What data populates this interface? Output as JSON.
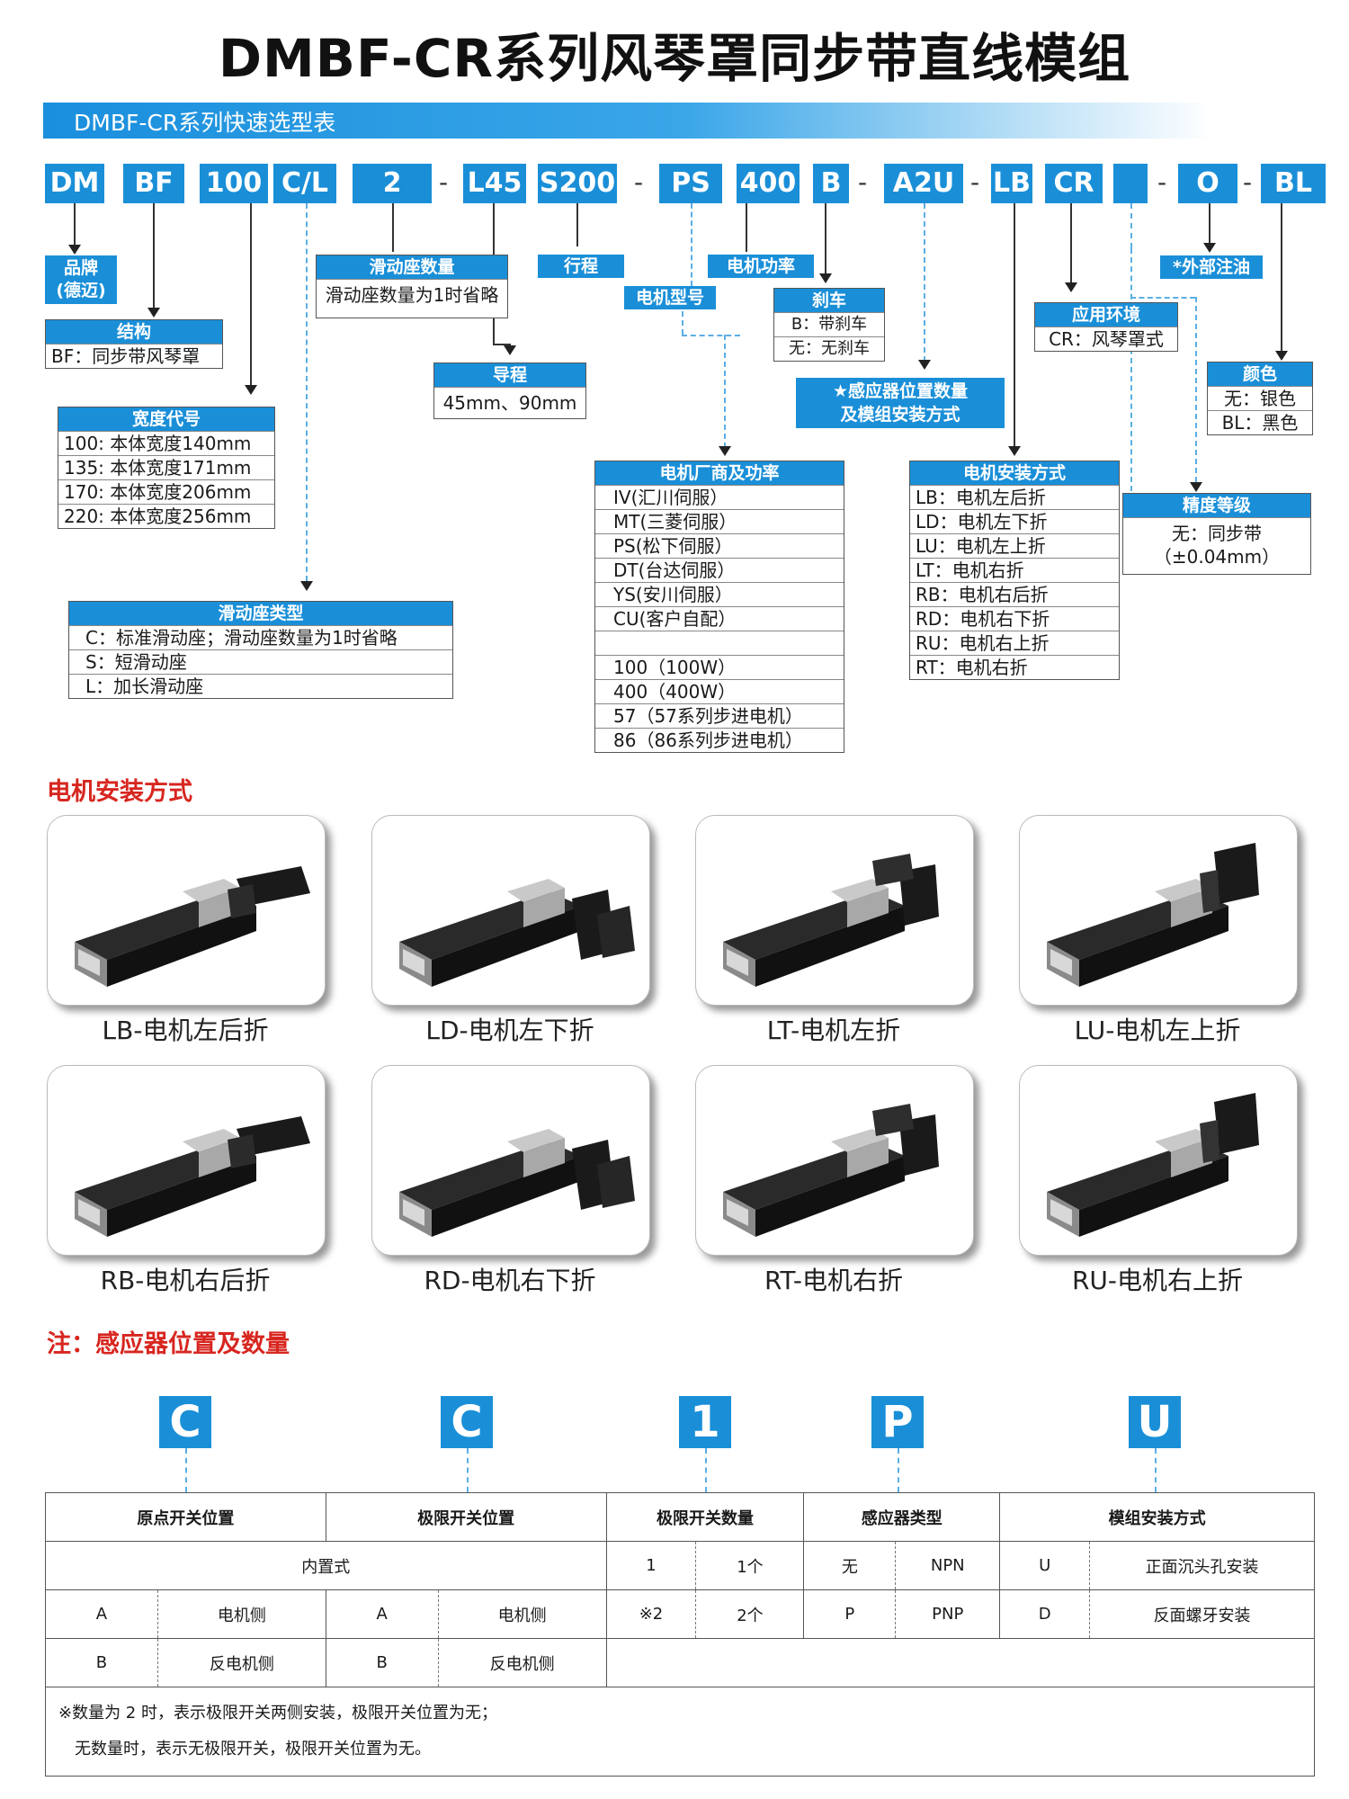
{
  "title": "DMBF-CR系列风琴罩同步带直线模组",
  "banner": "DMBF-CR系列快速选型表",
  "codes": [
    "DM",
    "BF",
    "100",
    "C/L",
    "2",
    "L45",
    "S200",
    "PS",
    "400",
    "B",
    "A2U",
    "LB",
    "CR",
    "",
    "O",
    "BL"
  ],
  "dash": "-",
  "brand": {
    "l1": "品牌",
    "l2": "(德迈)"
  },
  "structure": {
    "header": "结构",
    "value": "BF：同步带风琴罩"
  },
  "width": {
    "header": "宽度代号",
    "rows": [
      "100: 本体宽度140mm",
      "135: 本体宽度171mm",
      "170: 本体宽度206mm",
      "220: 本体宽度256mm"
    ]
  },
  "slider_type": {
    "header": "滑动座类型",
    "rows": [
      "C：标准滑动座；滑动座数量为1时省略",
      "S：短滑动座",
      "L：加长滑动座"
    ]
  },
  "slider_qty": {
    "header": "滑动座数量",
    "value": "滑动座数量为1时省略"
  },
  "lead": {
    "header": "导程",
    "value": "45mm、90mm"
  },
  "stroke": {
    "header": "行程"
  },
  "motor_model": {
    "header": "电机型号"
  },
  "motor_power": {
    "header": "电机功率"
  },
  "motor_maker": {
    "header": "电机厂商及功率",
    "rows": [
      "IV(汇川伺服）",
      "MT(三菱伺服）",
      "PS(松下伺服）",
      "DT(台达伺服）",
      "YS(安川伺服）",
      "CU(客户自配）",
      "",
      "100（100W）",
      "400（400W）",
      "57（57系列步进电机）",
      "86（86系列步进电机）"
    ]
  },
  "brake": {
    "header": "刹车",
    "rows": [
      "B：带刹车",
      "无：无刹车"
    ]
  },
  "sensor_label": {
    "l1": "★感应器位置数量",
    "l2": "及模组安装方式"
  },
  "mount": {
    "header": "电机安装方式",
    "rows": [
      "LB：电机左后折",
      "LD：电机左下折",
      "LU：电机左上折",
      "LT：电机右折",
      "RB：电机右后折",
      "RD：电机右下折",
      "RU：电机右上折",
      "RT：电机右折"
    ]
  },
  "env": {
    "header": "应用环境",
    "value": "CR：风琴罩式"
  },
  "oil": {
    "header": "*外部注油"
  },
  "color": {
    "header": "颜色",
    "rows": [
      "无：银色",
      "BL：黑色"
    ]
  },
  "precision": {
    "header": "精度等级",
    "l1": "无：同步带",
    "l2": "（±0.04mm）"
  },
  "motor_section_title": "电机安装方式",
  "tiles": [
    "LB-电机左后折",
    "LD-电机左下折",
    "LT-电机左折",
    "LU-电机左上折",
    "RB-电机右后折",
    "RD-电机右下折",
    "RT-电机右折",
    "RU-电机右上折"
  ],
  "note_title": "注：感应器位置及数量",
  "sensor_letters": [
    "C",
    "C",
    "1",
    "P",
    "U"
  ],
  "sensor_table": {
    "headers": [
      "原点开关位置",
      "极限开关位置",
      "极限开关数量",
      "感应器类型",
      "模组安装方式"
    ],
    "builtin": "内置式",
    "r1": {
      "qa": "1",
      "qb": "1个",
      "ta": "无",
      "tb": "NPN",
      "ma": "U",
      "mb": "正面沉头孔安装"
    },
    "r2": {
      "oa": "A",
      "ob": "电机侧",
      "la": "A",
      "lb": "电机侧",
      "qa": "※2",
      "qb": "2个",
      "ta": "P",
      "tb": "PNP",
      "ma": "D",
      "mb": "反面螺牙安装"
    },
    "r3": {
      "oa": "B",
      "ob": "反电机侧",
      "la": "B",
      "lb": "反电机侧"
    },
    "note1": "※数量为 2 时，表示极限开关两侧安装，极限开关位置为无；",
    "note2": "无数量时，表示无极限开关，极限开关位置为无。"
  }
}
